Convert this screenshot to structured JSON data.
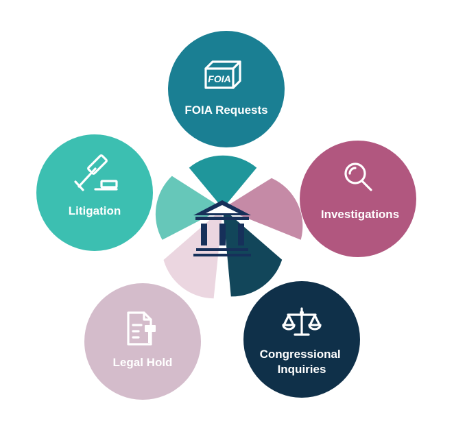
{
  "nodes": {
    "foia": {
      "label_lines": [
        "FOIA Requests"
      ],
      "icon": "foia-box-icon",
      "icon_text": "FOIA",
      "color": "#1a7f93",
      "wedge_color": "#1f969b"
    },
    "litigation": {
      "label_lines": [
        "Litigation"
      ],
      "icon": "gavel-icon",
      "color": "#3cbfb1",
      "wedge_color": "#66c7b9"
    },
    "investigations": {
      "label_lines": [
        "Investigations"
      ],
      "icon": "magnifier-icon",
      "color": "#b1577f",
      "wedge_color": "#c58aa6"
    },
    "legal_hold": {
      "label_lines": [
        "Legal Hold"
      ],
      "icon": "document-gavel-icon",
      "color": "#d4bccb",
      "wedge_color": "#ebd6e0"
    },
    "congressional": {
      "label_lines": [
        "Congressional",
        "Inquiries"
      ],
      "icon": "scales-icon",
      "color": "#0f3049",
      "wedge_color": "#12465a"
    }
  },
  "center": {
    "icon": "courthouse-icon",
    "color": "#16305a"
  }
}
